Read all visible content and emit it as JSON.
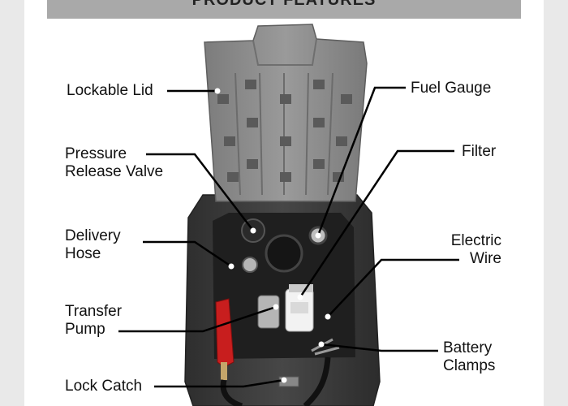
{
  "banner": {
    "title": "PRODUCT FEATURES"
  },
  "labels": {
    "lockable_lid": "Lockable Lid",
    "pressure_release_valve": [
      "Pressure",
      "Release Valve"
    ],
    "delivery_hose": [
      "Delivery",
      "Hose"
    ],
    "transfer_pump": [
      "Transfer",
      "Pump"
    ],
    "lock_catch": "Lock Catch",
    "fuel_gauge": "Fuel Gauge",
    "filter": "Filter",
    "electric_wire": [
      "Electric",
      "Wire"
    ],
    "battery_clamps": [
      "Battery",
      "Clamps"
    ]
  },
  "colors": {
    "lid": "#8d8d8d",
    "tank": "#3b3b3b",
    "pump": "#c81e1e",
    "filter": "#f2f2f2",
    "banner": "#a9a9a9"
  }
}
